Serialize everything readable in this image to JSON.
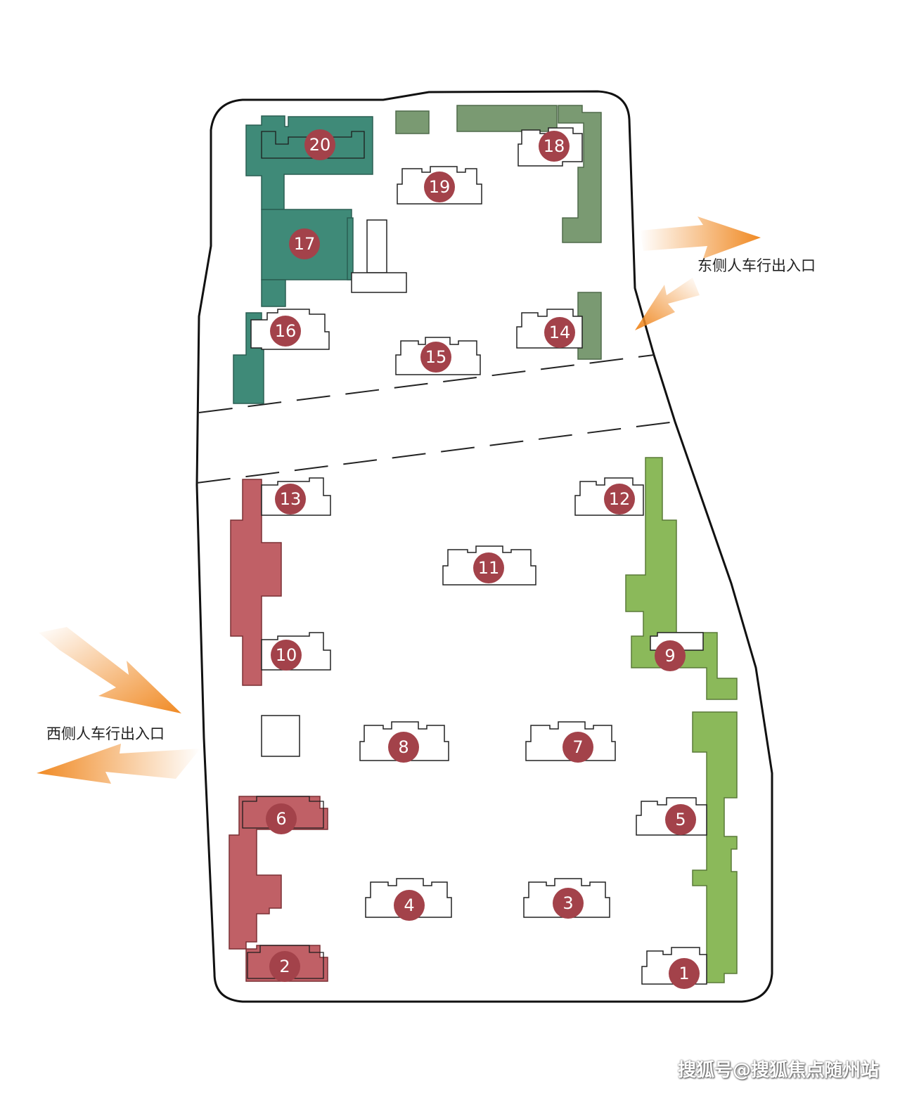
{
  "entrances": {
    "east_label": "东侧人车行出入口",
    "west_label": "西侧人车行出入口"
  },
  "buildings": [
    {
      "number": "1"
    },
    {
      "number": "2"
    },
    {
      "number": "3"
    },
    {
      "number": "4"
    },
    {
      "number": "5"
    },
    {
      "number": "6"
    },
    {
      "number": "7"
    },
    {
      "number": "8"
    },
    {
      "number": "9"
    },
    {
      "number": "10"
    },
    {
      "number": "11"
    },
    {
      "number": "12"
    },
    {
      "number": "13"
    },
    {
      "number": "14"
    },
    {
      "number": "15"
    },
    {
      "number": "16"
    },
    {
      "number": "17"
    },
    {
      "number": "18"
    },
    {
      "number": "19"
    },
    {
      "number": "20"
    }
  ],
  "watermark": "搜狐号@搜狐焦点随州站",
  "colors": {
    "badge": "#a3424a",
    "zone_teal": "#3f8a78",
    "zone_sage": "#7a9a72",
    "zone_red": "#c06066",
    "zone_green": "#8bb95a",
    "arrow": "#f08a24",
    "outline": "#111111"
  }
}
